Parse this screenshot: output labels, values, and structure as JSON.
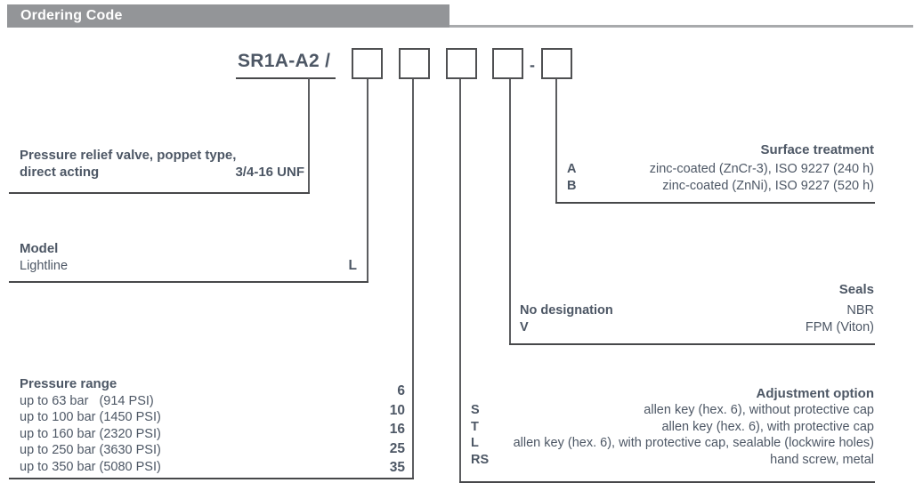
{
  "header": {
    "title": "Ordering Code"
  },
  "code": {
    "prefix": "SR1A-A2 /",
    "separator": "-",
    "box_count": 5
  },
  "product": {
    "line1": "Pressure relief valve, poppet type,",
    "line2_label": "direct acting",
    "line2_value": "3/4-16 UNF"
  },
  "model": {
    "title": "Model",
    "rows": [
      {
        "label": "Lightline",
        "code": "L"
      }
    ]
  },
  "pressure_range": {
    "title": "Pressure range",
    "rows": [
      {
        "label": "up to 63 bar   (914 PSI)",
        "code": "6"
      },
      {
        "label": "up to 100 bar (1450 PSI)",
        "code": "10"
      },
      {
        "label": "up to 160 bar (2320 PSI)",
        "code": "16"
      },
      {
        "label": "up to 250 bar (3630 PSI)",
        "code": "25"
      },
      {
        "label": "up to 350 bar (5080 PSI)",
        "code": "35"
      }
    ]
  },
  "adjustment_option": {
    "title": "Adjustment option",
    "rows": [
      {
        "code": "S",
        "label": "allen key (hex. 6), without protective cap"
      },
      {
        "code": "T",
        "label": "allen key (hex. 6), with protective cap"
      },
      {
        "code": "L",
        "label": "allen key (hex. 6), with protective cap, sealable (lockwire holes)"
      },
      {
        "code": "RS",
        "label": "hand screw, metal"
      }
    ]
  },
  "seals": {
    "title": "Seals",
    "rows": [
      {
        "code": "No designation",
        "label": "NBR"
      },
      {
        "code": "V",
        "label": "FPM (Viton)"
      }
    ]
  },
  "surface_treatment": {
    "title": "Surface treatment",
    "rows": [
      {
        "code": "A",
        "label": "zinc-coated (ZnCr-3), ISO 9227 (240 h)"
      },
      {
        "code": "B",
        "label": "zinc-coated (ZnNi), ISO 9227 (520 h)"
      }
    ]
  },
  "colors": {
    "header_bar": "#939598",
    "header_text": "#ffffff",
    "body_text": "#4d5765",
    "underline": "#47484a",
    "stem_line": "#5c5d60",
    "box_border": "#4f5052",
    "header_rule": "#a8aaac",
    "background": "#ffffff"
  }
}
